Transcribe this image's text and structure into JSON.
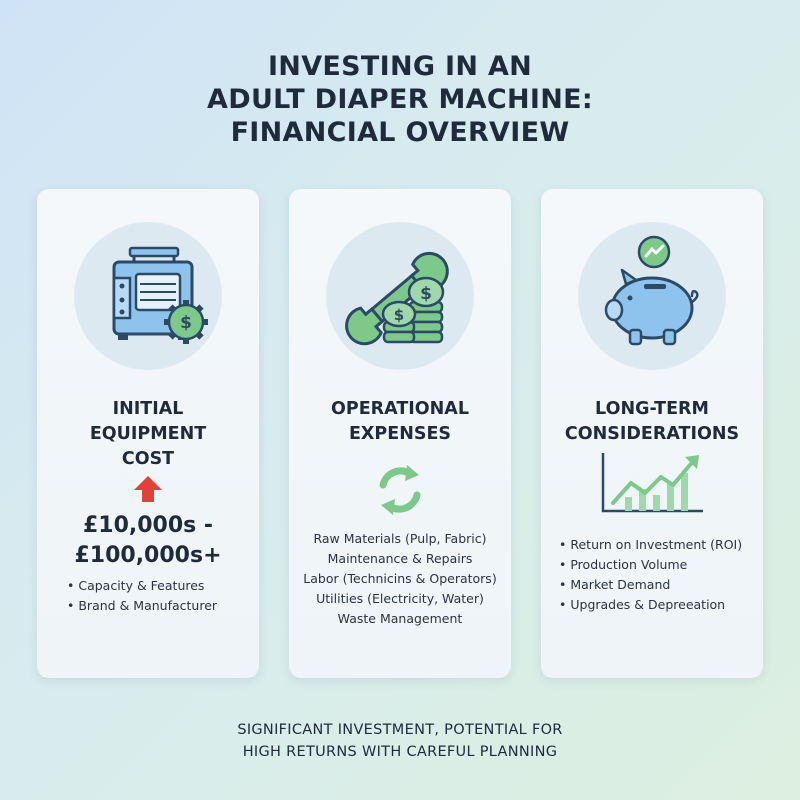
{
  "title": {
    "line1": "INVESTING IN AN",
    "line2": "ADULT DIAPER MACHINE:",
    "line3": "FINANCIAL OVERVIEW"
  },
  "cards": [
    {
      "title_lines": [
        "INITIAL",
        "EQUIPMENT",
        "COST"
      ],
      "price_lines": [
        "£10,000s -",
        "£100,000s+"
      ],
      "bullets": [
        "Capacity & Features",
        "Brand & Manufacturer"
      ],
      "icon": "machine-gear-icon"
    },
    {
      "title_lines": [
        "OPERATIONAL",
        "EXPENSES"
      ],
      "lines": [
        "Raw Materials (Pulp, Fabric)",
        "Maintenance & Repairs",
        "Labor (Technicins & Operators)",
        "Utilities (Electricity, Water)",
        "Waste Management"
      ],
      "icon": "wrench-coins-icon"
    },
    {
      "title_lines": [
        "LONG-TERM",
        "CONSIDERATIONS"
      ],
      "bullets": [
        "Return on Investment (ROI)",
        "Production Volume",
        "Market Demand",
        "Upgrades & Depreeation"
      ],
      "icon": "piggy-bank-icon"
    }
  ],
  "footer": {
    "line1": "SIGNIFICANT INVESTMENT, POTENTIAL FOR",
    "line2": "HIGH RETURNS WITH CAREFUL PLANNING"
  },
  "colors": {
    "blue": "#6aaee6",
    "dark": "#2c4a66",
    "green": "#7cc98a",
    "red": "#e2403b"
  }
}
